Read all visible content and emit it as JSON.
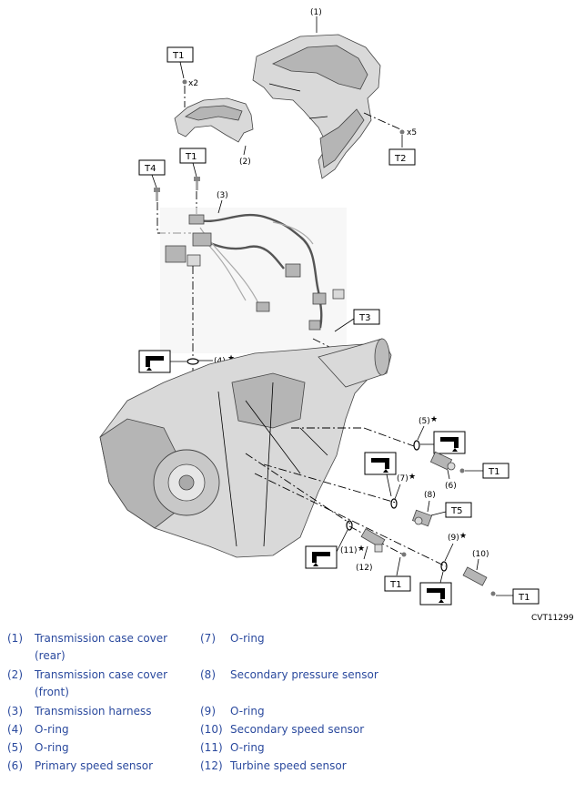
{
  "diagram": {
    "callouts": [
      "(1)",
      "(2)",
      "(3)",
      "(4)",
      "(5)",
      "(6)",
      "(7)",
      "(8)",
      "(9)",
      "(10)",
      "(11)",
      "(12)"
    ],
    "torque_boxes": {
      "t1_a": "T1",
      "t2": "T2",
      "t4": "T4",
      "t1_b": "T1",
      "t3": "T3",
      "t1_c": "T1",
      "t5": "T5",
      "t1_d": "T1",
      "t1_e": "T1"
    },
    "quantities": {
      "x2": "x2",
      "x5": "x5"
    },
    "star": "★",
    "figure_id": "CVT11299"
  },
  "legend": [
    {
      "num": "(1)",
      "text": "Transmission case cover (rear)"
    },
    {
      "num": "(2)",
      "text": "Transmission case cover (front)"
    },
    {
      "num": "(3)",
      "text": "Transmission harness"
    },
    {
      "num": "(4)",
      "text": "O-ring"
    },
    {
      "num": "(5)",
      "text": "O-ring"
    },
    {
      "num": "(6)",
      "text": "Primary speed sensor"
    },
    {
      "num": "(7)",
      "text": "O-ring"
    },
    {
      "num": "(8)",
      "text": "Secondary pressure sensor"
    },
    {
      "num": "(9)",
      "text": "O-ring"
    },
    {
      "num": "(10)",
      "text": "Secondary speed sensor"
    },
    {
      "num": "(11)",
      "text": "O-ring"
    },
    {
      "num": "(12)",
      "text": "Turbine speed sensor"
    }
  ],
  "colors": {
    "legend_text": "#2b4a9e",
    "line": "#000000",
    "part_fill": "#d9d9d9"
  },
  "icons": [
    "oil-apply-icon",
    "star-icon",
    "bolt-icon"
  ]
}
